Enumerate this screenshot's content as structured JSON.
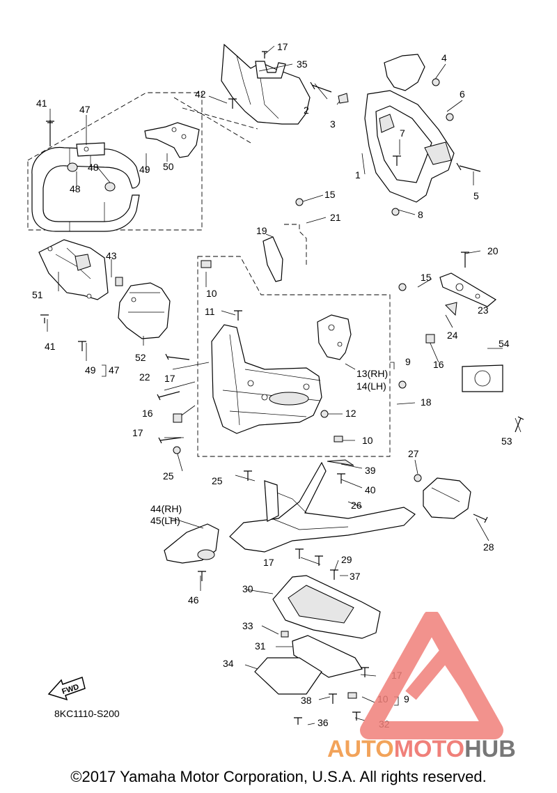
{
  "diagram": {
    "code": "8KC1110-S200",
    "fwd_label": "FWD",
    "callouts": [
      "41",
      "47",
      "48",
      "48",
      "49",
      "50",
      "42",
      "17",
      "35",
      "2",
      "3",
      "4",
      "6",
      "7",
      "1",
      "5",
      "8",
      "15",
      "21",
      "19",
      "43",
      "10",
      "11",
      "51",
      "41",
      "52",
      "49",
      "47",
      "20",
      "15",
      "23",
      "24",
      "16",
      "9",
      "13(RH)",
      "14(LH)",
      "54",
      "18",
      "17",
      "22",
      "16",
      "17",
      "12",
      "10",
      "53",
      "25",
      "25",
      "27",
      "39",
      "40",
      "26",
      "44(RH)",
      "45(LH)",
      "28",
      "17",
      "29",
      "37",
      "46",
      "30",
      "33",
      "31",
      "34",
      "17",
      "38",
      "10",
      "9",
      "36",
      "32"
    ]
  },
  "watermark": {
    "brand": "AUTO",
    "brand2": "MOTO",
    "brand3": "HUB",
    "color_primary": "#f0807a",
    "color_dark": "#777777"
  },
  "footer": {
    "copyright": "©2017 Yamaha Motor Corporation, U.S.A. All rights reserved."
  }
}
